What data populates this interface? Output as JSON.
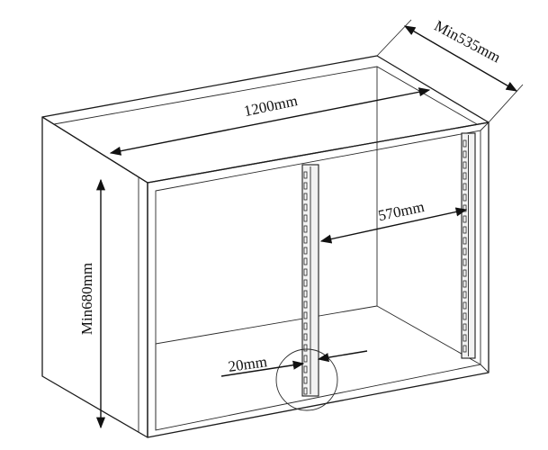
{
  "diagram": {
    "dimensions": {
      "width_label": "1200mm",
      "depth_label": "Min535mm",
      "height_label": "Min680mm",
      "rail_spacing_label": "570mm",
      "rail_width_label": "20mm"
    }
  }
}
